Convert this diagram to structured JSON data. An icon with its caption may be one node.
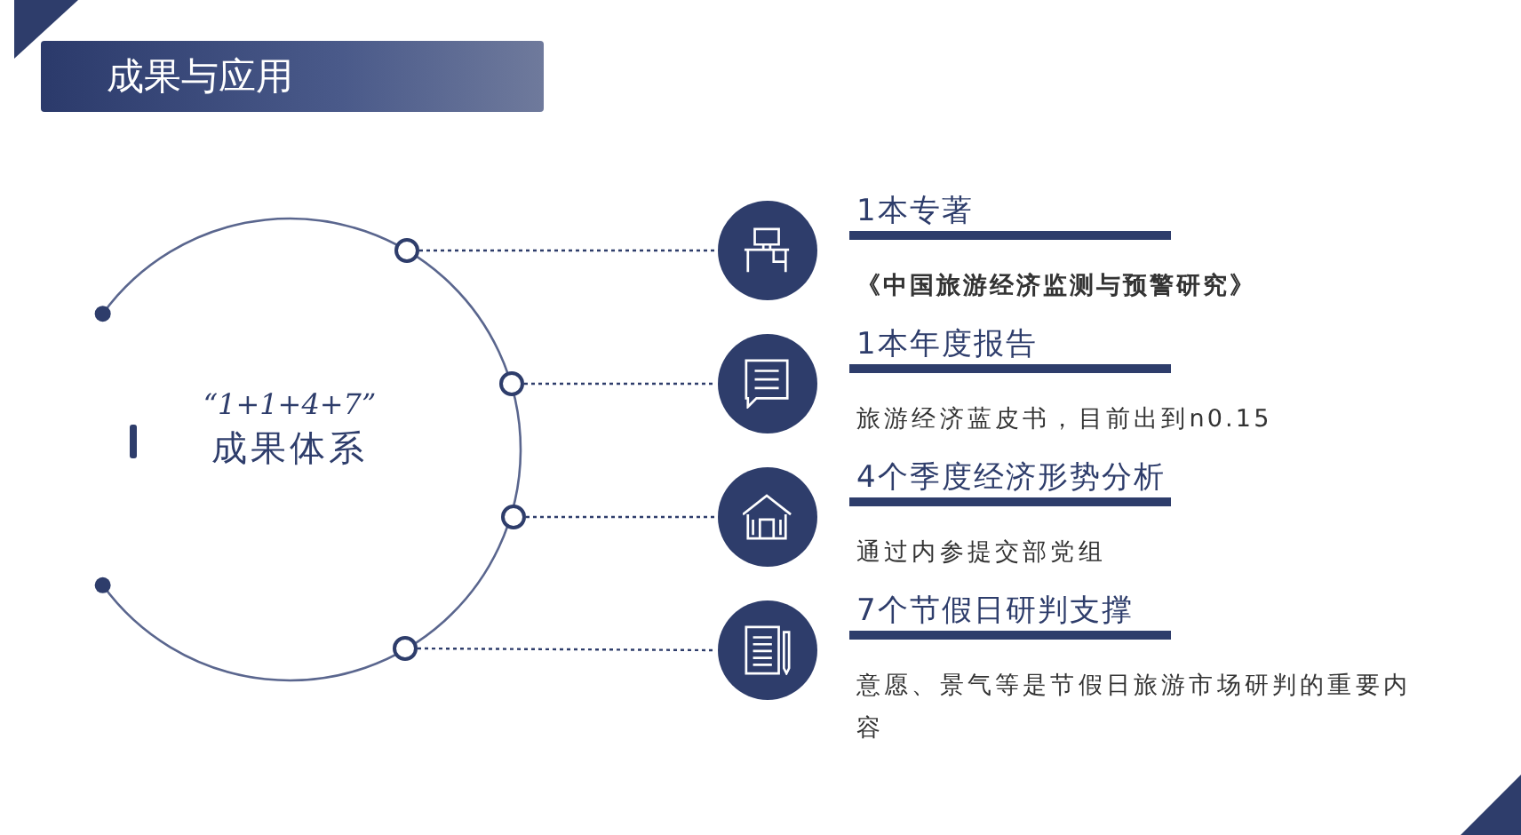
{
  "diagram": {
    "title": "成果与应用",
    "nodes": [
      {
        "text": [
          "“1+1+4+7”",
          "成果体系"
        ]
      },
      {
        "text": [],
        "shape": "circle"
      },
      {
        "text": [],
        "shape": "circle"
      },
      {
        "text": [],
        "shape": "circle"
      },
      {
        "text": [],
        "shape": "circle"
      },
      {
        "text": [],
        "shape": "circle",
        "beside": [
          "1本专著",
          "《中国旅游经济监测与预警研究》"
        ]
      },
      {
        "text": [],
        "shape": "circle",
        "beside": [
          "1本年度报告",
          "旅游经济蓝皮书，目前出到n0.15"
        ]
      },
      {
        "text": [],
        "shape": "circle",
        "beside": [
          "4个季度经济形势分析",
          "通过内参提交部党组"
        ]
      },
      {
        "text": [],
        "shape": "circle",
        "beside": [
          "7个节假日研判支撑",
          "意愿、景气等是节假日旅游市场研判的重要内容"
        ]
      }
    ],
    "edges": [
      {
        "from": 1,
        "to": 5,
        "arrow": "none",
        "style": "dashed"
      },
      {
        "from": 2,
        "to": 6,
        "arrow": "none",
        "style": "dashed"
      },
      {
        "from": 3,
        "to": 7,
        "arrow": "none",
        "style": "dashed"
      },
      {
        "from": 4,
        "to": 8,
        "arrow": "none",
        "style": "dashed"
      }
    ]
  }
}
